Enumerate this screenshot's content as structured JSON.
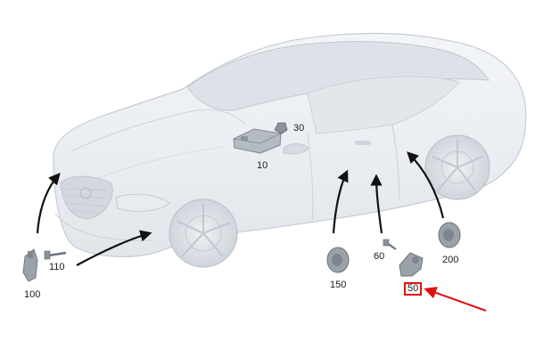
{
  "diagram": {
    "callouts": [
      {
        "id": "30",
        "label": "30"
      },
      {
        "id": "10",
        "label": "10"
      },
      {
        "id": "110",
        "label": "110"
      },
      {
        "id": "100",
        "label": "100"
      },
      {
        "id": "60",
        "label": "60"
      },
      {
        "id": "150",
        "label": "150"
      },
      {
        "id": "200",
        "label": "200"
      },
      {
        "id": "50",
        "label": "50",
        "highlighted": true
      }
    ],
    "colors": {
      "car_body": "#e9edf2",
      "car_outline": "#c6ccd4",
      "part": "#9aa1a9",
      "part_dark": "#6b727a",
      "arrow": "#111111",
      "highlight": "#e01010"
    }
  }
}
